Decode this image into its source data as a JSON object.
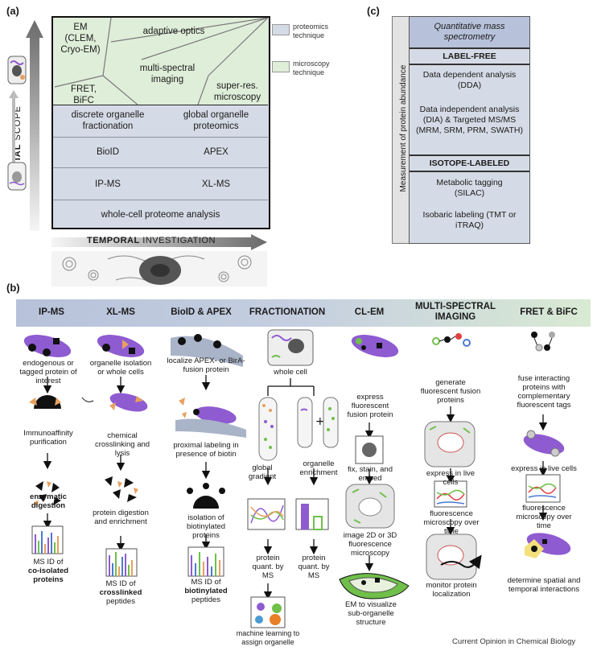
{
  "panel_a": {
    "tag": "(a)",
    "spatial_axis": {
      "bold": "SPATIAL",
      "rest": " SCOPE"
    },
    "temporal_axis": {
      "bold": "TEMPORAL",
      "rest": " INVESTIGATION"
    },
    "microscopy_cells": {
      "em": "EM (CLEM, Cryo-EM)",
      "adaptive": "adaptive optics",
      "fret": "FRET, BiFC",
      "multispectral": "multi-spectral imaging",
      "superres": "super-res. microscopy"
    },
    "proteomics_rows": {
      "fractionation": "discrete organelle fractionation",
      "global": "global organelle proteomics",
      "bioid": "BioID",
      "apex": "APEX",
      "ipms": "IP-MS",
      "xlms": "XL-MS",
      "wholecell": "whole-cell proteome analysis"
    },
    "legend": {
      "proteomics": "proteomics technique",
      "microscopy": "microscopy technique",
      "proteomics_color": "#d5dbe6",
      "microscopy_color": "#dfeed9"
    }
  },
  "panel_c": {
    "tag": "(c)",
    "side_label": "Measurement of protein abundance",
    "title": "Quantitative mass spectrometry",
    "label_free": "LABEL-FREE",
    "dda": "Data dependent analysis (DDA)",
    "dia": "Data independent analysis (DIA) & Targeted MS/MS (MRM, SRM, PRM, SWATH)",
    "isotope": "ISOTOPE-LABELED",
    "silac": "Metabolic tagging (SILAC)",
    "isobaric": "Isobaric labeling (TMT or iTRAQ)"
  },
  "panel_b": {
    "tag": "(b)",
    "headers": [
      "IP-MS",
      "XL-MS",
      "BioID & APEX",
      "FRACTIONATION",
      "CL-EM",
      "MULTI-SPECTRAL IMAGING",
      "FRET & BiFC"
    ],
    "ipms": {
      "s1": "endogenous or tagged protein of interest",
      "s2": "Immunoaffinity purification",
      "s3": "enzymatic digestion",
      "s4a": "MS ID of",
      "s4b": "co-isolated proteins"
    },
    "xlms": {
      "s1": "organelle isolation or whole cells",
      "s2": "chemical crosslinking and lysis",
      "s3": "protein digestion and enrichment",
      "s4a": "MS ID of",
      "s4b": "crosslinked",
      "s4c": "peptides"
    },
    "bioid": {
      "s1": "localize APEX- or BirA-fusion protein",
      "s2": "proximal labeling in presence of biotin",
      "s3": "isolation of biotinylated proteins",
      "s4a": "MS ID of",
      "s4b": "biotinylated",
      "s4c": "peptides"
    },
    "fract": {
      "s1": "whole cell",
      "s2": "global gradient",
      "s3": "organelle enrichment",
      "s4": "protein quant. by MS",
      "s5": "protein quant. by MS",
      "s6": "machine learning to assign organelle"
    },
    "clem": {
      "s1": "express fluorescent fusion protein",
      "s2": "fix, stain, and embed",
      "s3": "image 2D or 3D fluorescence microscopy",
      "s4": "EM to visualize sub-organelle structure"
    },
    "multi": {
      "s1": "generate fluorescent fusion proteins",
      "s2": "express in live cells",
      "s3": "fluorescence microscopy over time",
      "s4": "monitor protein localization"
    },
    "fret": {
      "s1": "fuse interacting proteins with complementary fluorescent tags",
      "s2": "express in live cells",
      "s3": "fluorescence microscopy over time",
      "s4": "determine spatial and temporal interactions"
    }
  },
  "footer": "Current Opinion in Chemical Biology",
  "colors": {
    "purple": "#8e5bd1",
    "orange": "#e8a060",
    "green": "#6fbf4a",
    "header_left": "#b7c2da",
    "header_right": "#d9ead3"
  }
}
